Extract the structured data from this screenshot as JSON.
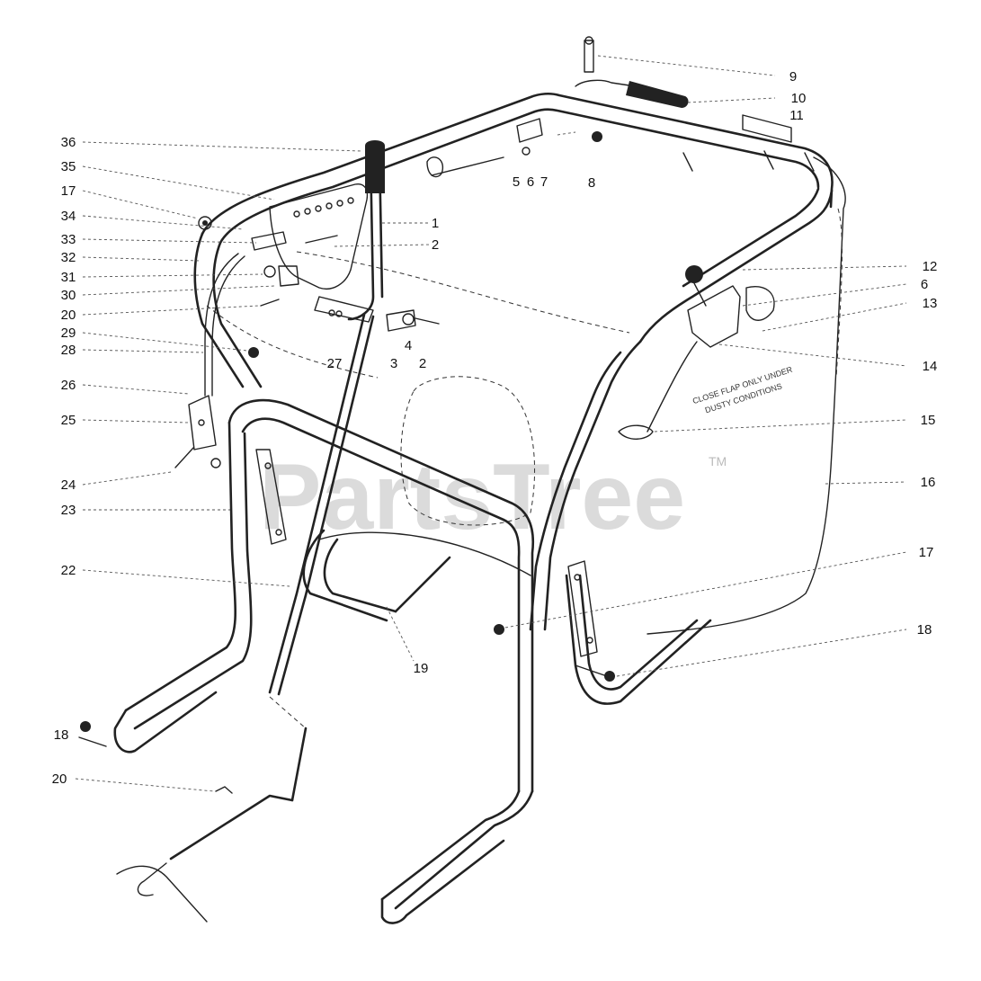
{
  "watermark": {
    "text": "PartsTree",
    "tm": "TM"
  },
  "decal": {
    "line1": "CLOSE  FLAP ONLY UNDER",
    "line2": "DUSTY CONDITIONS"
  },
  "callouts": [
    {
      "id": "c9",
      "text": "9"
    },
    {
      "id": "c10",
      "text": "10"
    },
    {
      "id": "c11",
      "text": "11"
    },
    {
      "id": "c36",
      "text": "36"
    },
    {
      "id": "c35",
      "text": "35"
    },
    {
      "id": "c17a",
      "text": "17"
    },
    {
      "id": "c34",
      "text": "34"
    },
    {
      "id": "c33",
      "text": "33"
    },
    {
      "id": "c32",
      "text": "32"
    },
    {
      "id": "c31",
      "text": "31"
    },
    {
      "id": "c30",
      "text": "30"
    },
    {
      "id": "c20a",
      "text": "20"
    },
    {
      "id": "c29",
      "text": "29"
    },
    {
      "id": "c28",
      "text": "28"
    },
    {
      "id": "c26",
      "text": "26"
    },
    {
      "id": "c25",
      "text": "25"
    },
    {
      "id": "c24",
      "text": "24"
    },
    {
      "id": "c23",
      "text": "23"
    },
    {
      "id": "c22",
      "text": "22"
    },
    {
      "id": "c18a",
      "text": "18"
    },
    {
      "id": "c20b",
      "text": "20"
    },
    {
      "id": "c1",
      "text": "1"
    },
    {
      "id": "c2a",
      "text": "2"
    },
    {
      "id": "c27",
      "text": "27"
    },
    {
      "id": "c3",
      "text": "3"
    },
    {
      "id": "c4",
      "text": "4"
    },
    {
      "id": "c2b",
      "text": "2"
    },
    {
      "id": "c5",
      "text": "5"
    },
    {
      "id": "c6a",
      "text": "6"
    },
    {
      "id": "c7",
      "text": "7"
    },
    {
      "id": "c8",
      "text": "8"
    },
    {
      "id": "c19",
      "text": "19"
    },
    {
      "id": "c12",
      "text": "12"
    },
    {
      "id": "c6b",
      "text": "6"
    },
    {
      "id": "c13",
      "text": "13"
    },
    {
      "id": "c14",
      "text": "14"
    },
    {
      "id": "c15",
      "text": "15"
    },
    {
      "id": "c16",
      "text": "16"
    },
    {
      "id": "c17b",
      "text": "17"
    },
    {
      "id": "c18b",
      "text": "18"
    }
  ]
}
